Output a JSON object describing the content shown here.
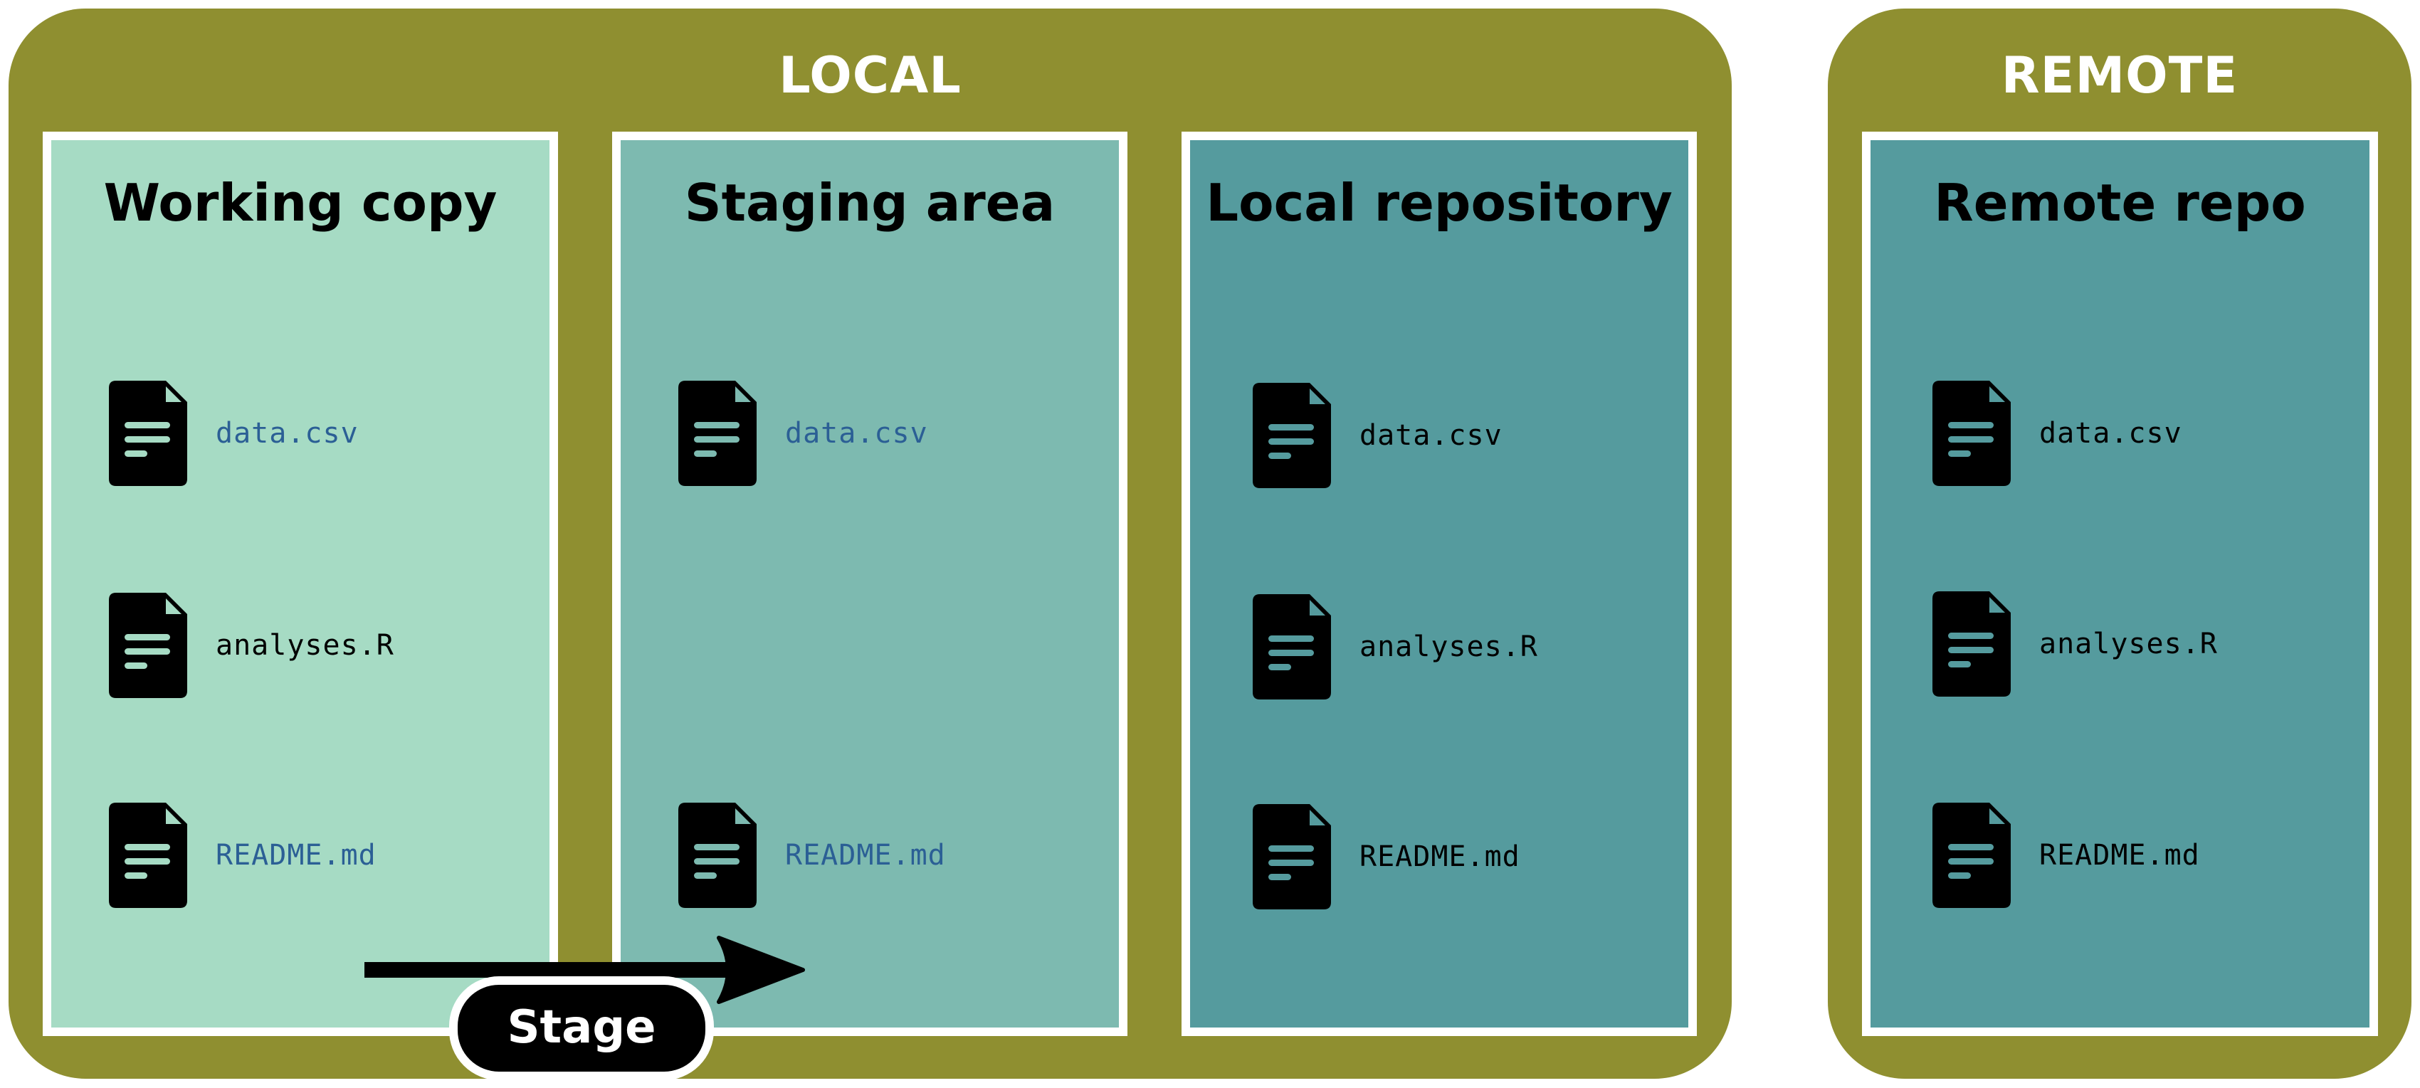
{
  "colors": {
    "group_bg": "#8f8f30",
    "working_copy_bg": "#a6dbc4",
    "staging_area_bg": "#7dbab0",
    "local_repo_bg": "#559b9e",
    "remote_repo_bg": "#559b9e",
    "modified_file_text": "#2b5f95",
    "unchanged_file_text": "#000000"
  },
  "local": {
    "label": "LOCAL",
    "panels": [
      {
        "title": "Working copy",
        "files": [
          {
            "name": "data.csv",
            "icon": "file-document-icon",
            "state": "modified"
          },
          {
            "name": "analyses.R",
            "icon": "file-document-icon",
            "state": "unchanged"
          },
          {
            "name": "README.md",
            "icon": "file-document-icon",
            "state": "modified"
          }
        ]
      },
      {
        "title": "Staging area",
        "files": [
          {
            "name": "data.csv",
            "icon": "file-document-icon",
            "state": "modified"
          },
          {
            "name": "README.md",
            "icon": "file-document-icon",
            "state": "modified"
          }
        ]
      },
      {
        "title": "Local repository",
        "files": [
          {
            "name": "data.csv",
            "icon": "file-document-icon",
            "state": "unchanged"
          },
          {
            "name": "analyses.R",
            "icon": "file-document-icon",
            "state": "unchanged"
          },
          {
            "name": "README.md",
            "icon": "file-document-icon",
            "state": "unchanged"
          }
        ]
      }
    ]
  },
  "remote": {
    "label": "REMOTE",
    "panels": [
      {
        "title": "Remote repo",
        "files": [
          {
            "name": "data.csv",
            "icon": "file-document-icon",
            "state": "unchanged"
          },
          {
            "name": "analyses.R",
            "icon": "file-document-icon",
            "state": "unchanged"
          },
          {
            "name": "README.md",
            "icon": "file-document-icon",
            "state": "unchanged"
          }
        ]
      }
    ]
  },
  "action": {
    "label": "Stage",
    "icon": "arrow-right-icon",
    "from": "Working copy",
    "to": "Staging area"
  }
}
